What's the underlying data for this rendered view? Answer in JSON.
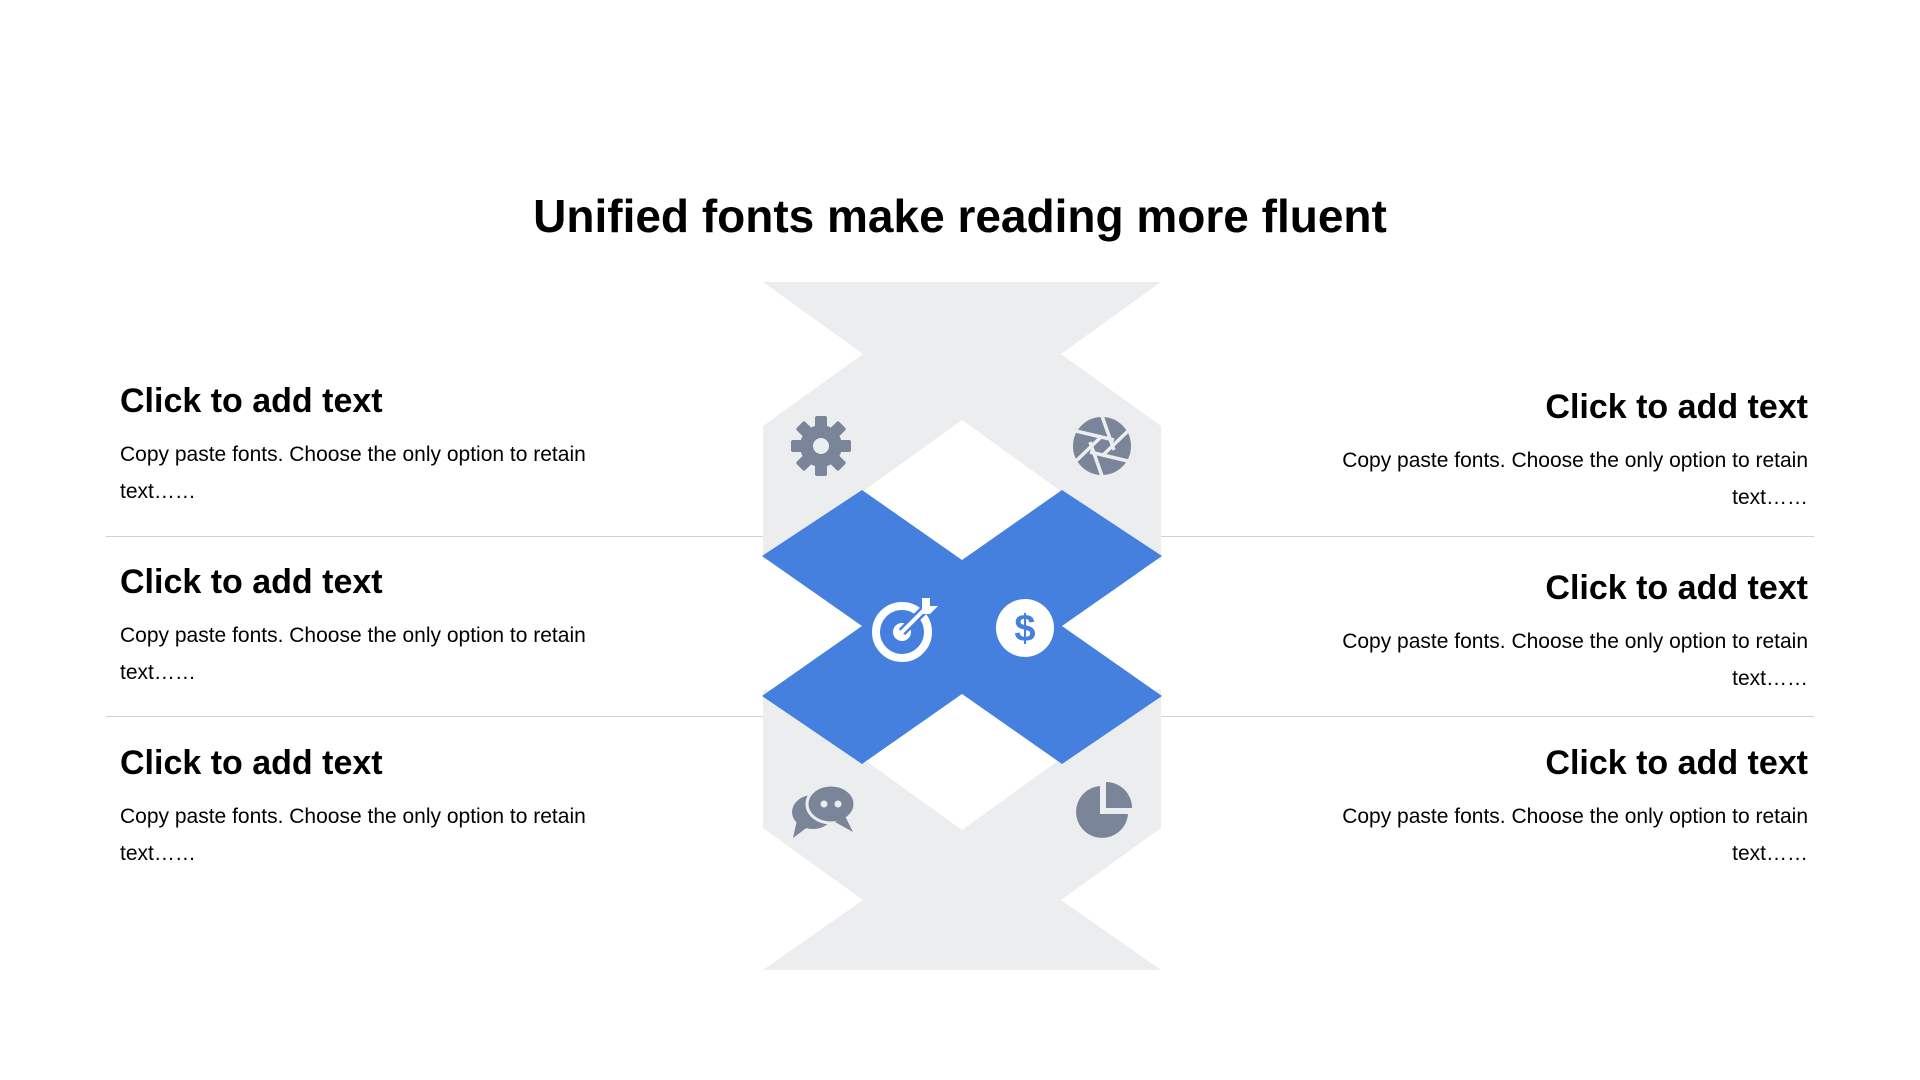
{
  "title": "Unified fonts make reading more fluent",
  "colors": {
    "accent": "#4580DE",
    "shape_gray": "#ECEDEF",
    "icon_gray": "#7A8599",
    "divider": "#D0D0D0"
  },
  "left_items": [
    {
      "heading": "Click to add text",
      "body": "Copy paste fonts. Choose the only option to retain text……"
    },
    {
      "heading": "Click to add text",
      "body": "Copy paste fonts. Choose the only option to retain text……"
    },
    {
      "heading": "Click to add text",
      "body": "Copy paste fonts. Choose the only option to retain text……"
    }
  ],
  "right_items": [
    {
      "heading": "Click to add text",
      "body": "Copy paste fonts. Choose the only option to retain text……"
    },
    {
      "heading": "Click to add text",
      "body": "Copy paste fonts. Choose the only option to retain text……"
    },
    {
      "heading": "Click to add text",
      "body": "Copy paste fonts. Choose the only option to retain text……"
    }
  ],
  "icons": [
    "gear-icon",
    "aperture-icon",
    "target-icon",
    "dollar-icon",
    "chat-icon",
    "pie-chart-icon"
  ]
}
